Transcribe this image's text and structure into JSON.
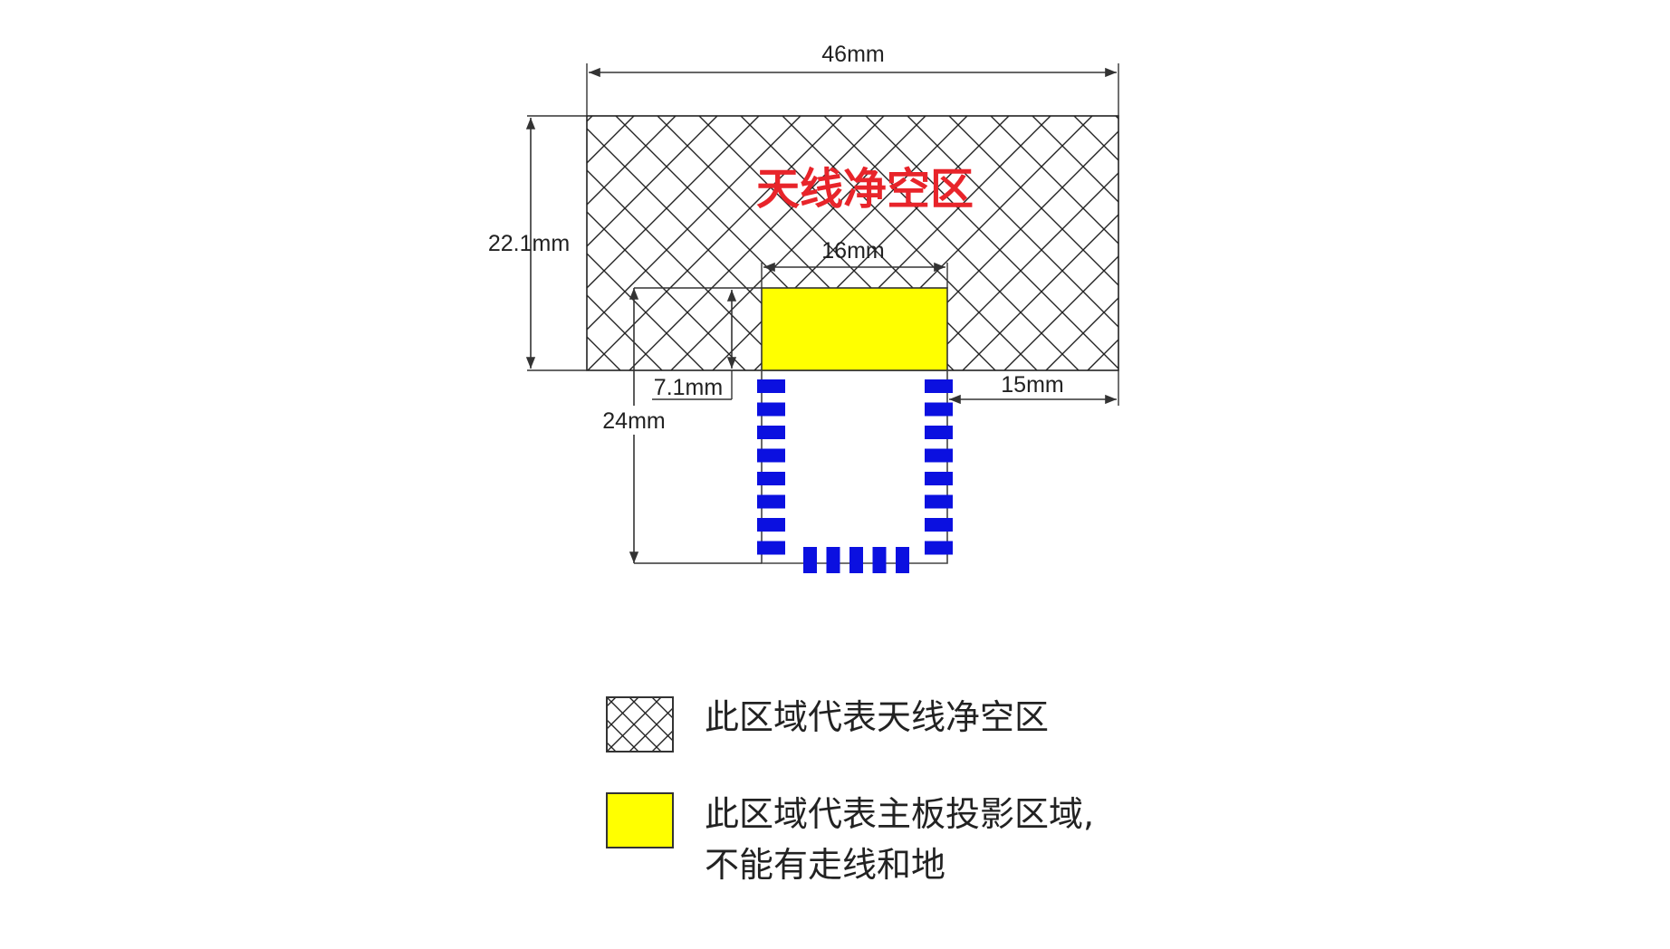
{
  "diagram": {
    "zone_title": "天线净空区",
    "dimensions": {
      "total_width": "46mm",
      "zone_height": "22.1mm",
      "module_width": "16mm",
      "inner_height": "7.1mm",
      "right_offset": "15mm",
      "module_height": "24mm"
    },
    "pad_groups": {
      "left_column_count": 8,
      "right_column_count": 8,
      "bottom_row_count": 5
    }
  },
  "legend": {
    "items": [
      {
        "swatch": "hatch",
        "line1": "此区域代表天线净空区",
        "line2": ""
      },
      {
        "swatch": "yellow",
        "line1": "此区域代表主板投影区域,",
        "line2": "不能有走线和地"
      }
    ]
  },
  "colors": {
    "title_red": "#e8242a",
    "projection_yellow": "#ffff00",
    "pad_blue": "#0b10e0",
    "line": "#333333"
  }
}
